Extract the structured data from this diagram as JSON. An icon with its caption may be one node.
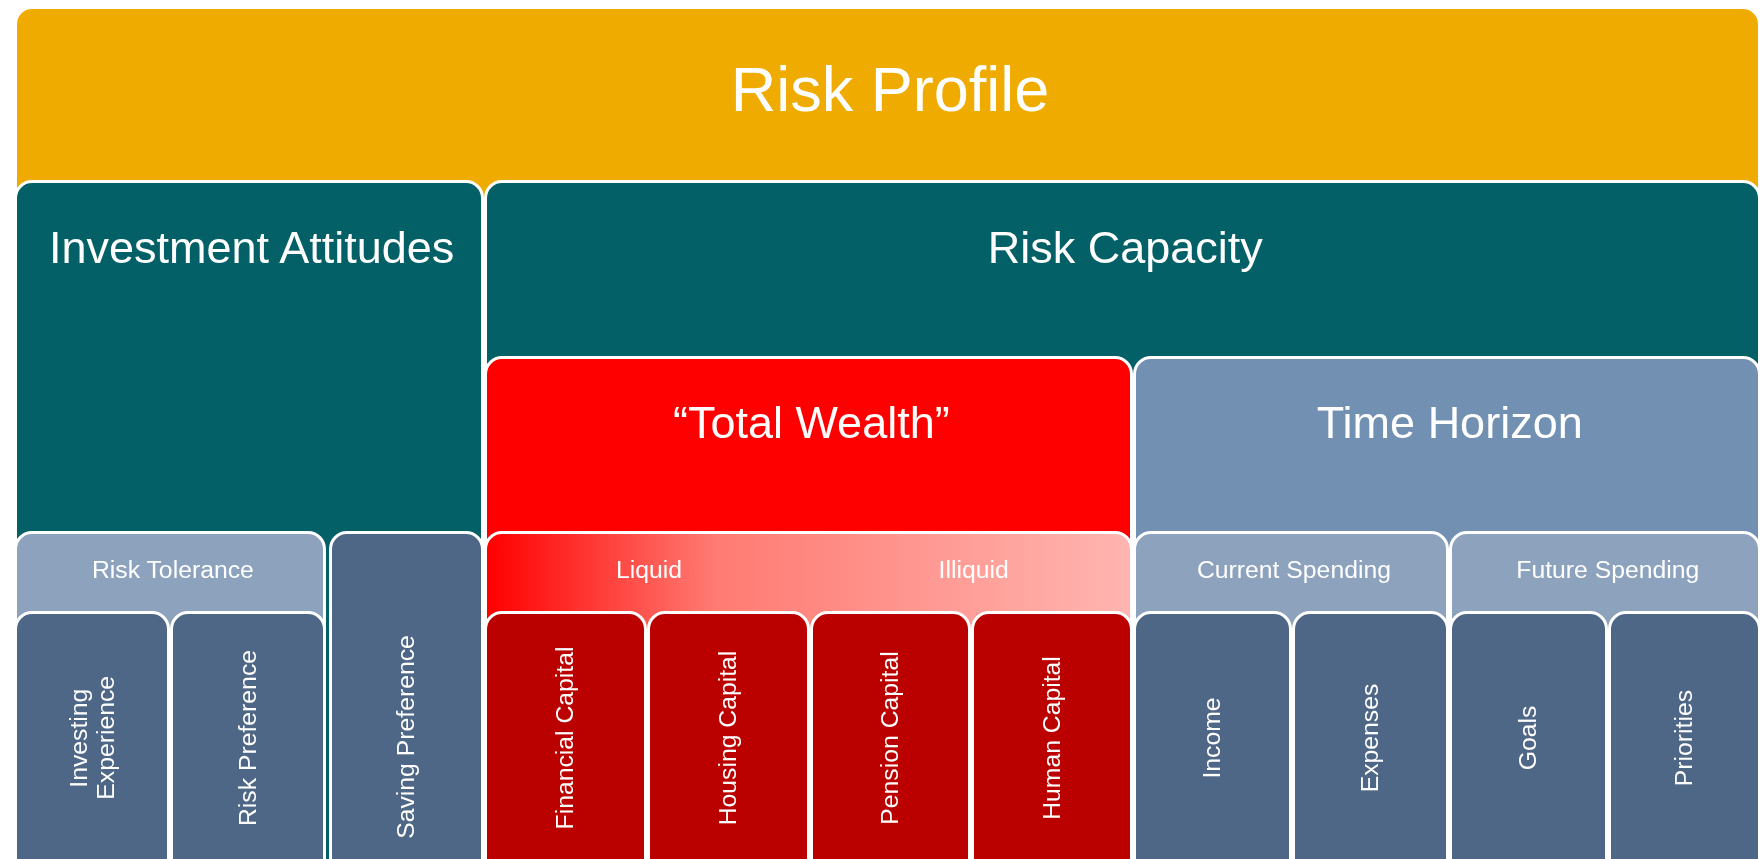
{
  "diagram": {
    "nodes": [
      {
        "text": [
          "Risk Profile"
        ]
      },
      {
        "text": [
          "Investment Attitudes"
        ],
        "in": 0
      },
      {
        "text": [
          "Risk Capacity"
        ],
        "in": 0
      },
      {
        "text": [
          "“Total Wealth”"
        ],
        "in": 2
      },
      {
        "text": [
          "Time Horizon"
        ],
        "in": 2
      },
      {
        "text": [
          "Risk Tolerance"
        ],
        "in": 1
      },
      {
        "text": [
          "Investing Experience"
        ],
        "in": 5
      },
      {
        "text": [
          "Risk Preference"
        ],
        "in": 5
      },
      {
        "text": [
          "Saving Preference"
        ],
        "in": 1
      },
      {
        "text": [
          "Liquid",
          "Illiquid"
        ],
        "in": 3
      },
      {
        "text": [
          "Financial Capital"
        ],
        "in": 9
      },
      {
        "text": [
          "Housing Capital"
        ],
        "in": 9
      },
      {
        "text": [
          "Pension Capital"
        ],
        "in": 9
      },
      {
        "text": [
          "Human Capital"
        ],
        "in": 9
      },
      {
        "text": [
          "Current Spending"
        ],
        "in": 4
      },
      {
        "text": [
          "Income"
        ],
        "in": 14
      },
      {
        "text": [
          "Expenses"
        ],
        "in": 14
      },
      {
        "text": [
          "Future Spending"
        ],
        "in": 4
      },
      {
        "text": [
          "Goals"
        ],
        "in": 17
      },
      {
        "text": [
          "Priorities"
        ],
        "in": 17
      }
    ]
  }
}
